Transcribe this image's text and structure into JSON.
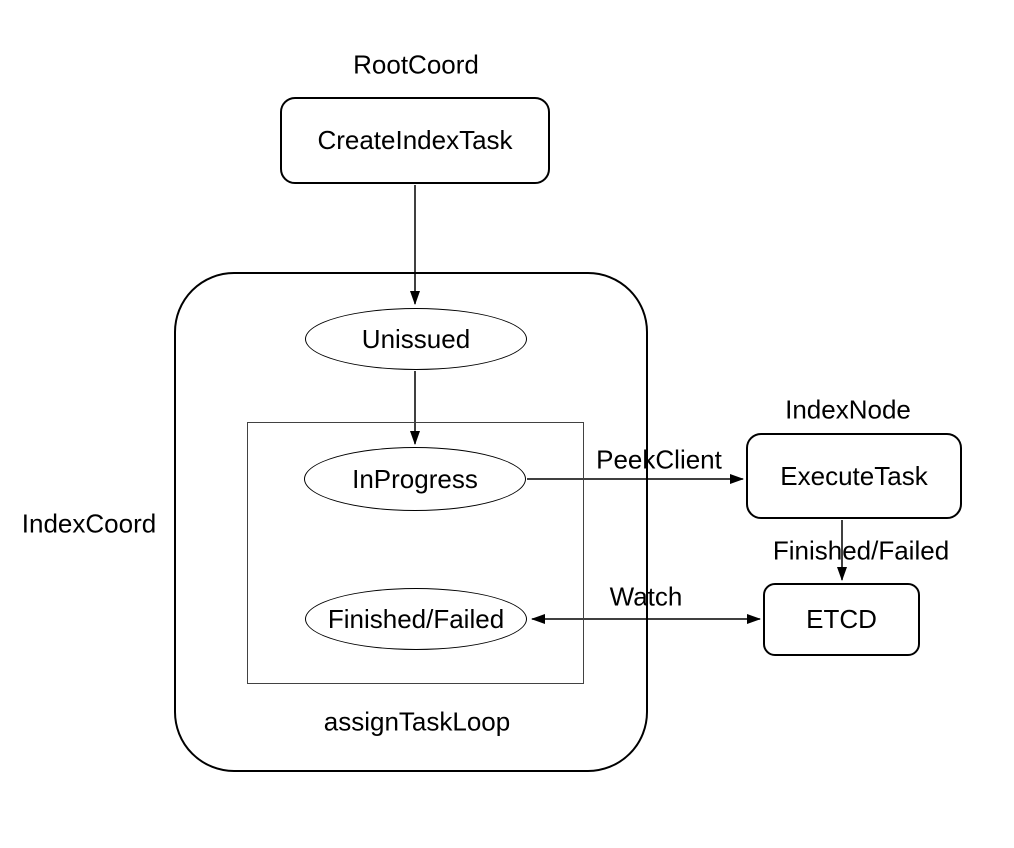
{
  "diagram": {
    "title_labels": {
      "root_coord": "RootCoord",
      "index_node": "IndexNode",
      "index_coord": "IndexCoord",
      "assign_task_loop": "assignTaskLoop"
    },
    "nodes": {
      "create_index_task": "CreateIndexTask",
      "unissued": "Unissued",
      "in_progress": "InProgress",
      "finished_failed": "Finished/Failed",
      "execute_task": "ExecuteTask",
      "etcd": "ETCD"
    },
    "edge_labels": {
      "peek_client": "PeekClient",
      "finished_failed": "Finished/Failed",
      "watch": "Watch"
    },
    "colors": {
      "background": "#ffffff",
      "stroke": "#000000",
      "inner_rect_stroke": "#424242",
      "text": "#000000"
    }
  }
}
